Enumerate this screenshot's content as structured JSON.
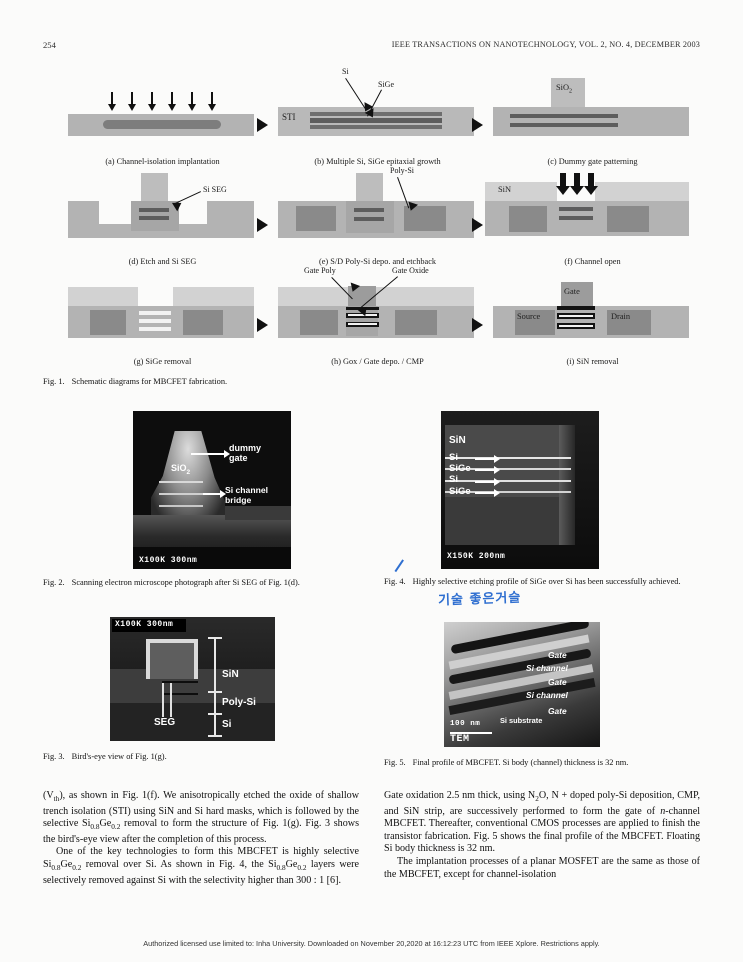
{
  "page": {
    "number": "254",
    "journal_header": "IEEE TRANSACTIONS ON NANOTECHNOLOGY, VOL. 2, NO. 4, DECEMBER 2003",
    "footer": "Authorized licensed use limited to: Inha University. Downloaded on November 20,2020 at 16:12:23 UTC from IEEE Xplore.  Restrictions apply."
  },
  "figure1": {
    "caption_tag": "Fig. 1.",
    "caption_text": "Schematic diagrams for MBCFET fabrication.",
    "panels": [
      {
        "id": "a",
        "caption": "(a) Channel-isolation implantation",
        "labels": []
      },
      {
        "id": "b",
        "caption": "(b) Multiple Si, SiGe epitaxial growth",
        "labels": [
          "Si",
          "SiGe",
          "STI"
        ]
      },
      {
        "id": "c",
        "caption": "(c) Dummy gate patterning",
        "labels": [
          "SiO2"
        ]
      },
      {
        "id": "d",
        "caption": "(d) Etch and Si SEG",
        "labels": [
          "Si SEG"
        ]
      },
      {
        "id": "e",
        "caption": "(e) S/D Poly-Si depo. and etchback",
        "labels": [
          "Poly-Si"
        ]
      },
      {
        "id": "f",
        "caption": "(f) Channel open",
        "labels": [
          "SiN"
        ]
      },
      {
        "id": "g",
        "caption": "(g) SiGe removal",
        "labels": []
      },
      {
        "id": "h",
        "caption": "(h) Gox / Gate depo. / CMP",
        "labels": [
          "Gate Poly",
          "Gate Oxide"
        ]
      },
      {
        "id": "i",
        "caption": "(i) SiN removal",
        "labels": [
          "Gate",
          "Source",
          "Drain"
        ]
      }
    ]
  },
  "figure2": {
    "caption_tag": "Fig. 2.",
    "caption_text": "Scanning electron microscope photograph after Si SEG of Fig. 1(d).",
    "labels": {
      "oxide": "SiO",
      "oxide_sub": "2",
      "dummy_gate": "dummy\ngate",
      "channel": "Si channel\nbridge"
    },
    "dummy_gate_line1": "dummy",
    "dummy_gate_line2": "gate",
    "channel_line1": "Si channel",
    "channel_line2": "bridge",
    "scale": "X100K  300nm"
  },
  "figure3": {
    "caption_tag": "Fig. 3.",
    "caption_text": "Bird's-eye view of Fig. 1(g).",
    "scale": "X100K  300nm",
    "labels": {
      "seg": "SEG",
      "sin": "SiN",
      "poly": "Poly-Si",
      "si": "Si"
    }
  },
  "figure4": {
    "caption_tag": "Fig. 4.",
    "caption_text": "Highly selective etching profile of SiGe over Si has been successfully achieved.",
    "layer_labels": [
      "SiN",
      "Si",
      "SiGe",
      "Si",
      "SiGe"
    ],
    "scale": "X150K  200nm",
    "handwritten_note": "기술 좋은거슬"
  },
  "figure5": {
    "caption_tag": "Fig. 5.",
    "caption_text": "Final profile of MBCFET. Si body (channel) thickness is 32 nm.",
    "labels": [
      "Gate",
      "Si channel",
      "Gate",
      "Si channel",
      "Gate"
    ],
    "substrate_label": "Si substrate",
    "scale": "100 nm",
    "method": "TEM"
  },
  "body": {
    "left_column": [
      "(Vth), as shown in Fig. 1(f). We anisotropically etched the oxide of shallow trench isolation (STI) using SiN and Si hard masks, which is followed by the selective Si0.8Ge0.2 removal to form the structure of Fig. 1(g). Fig. 3 shows the bird's-eye view after the completion of this process.",
      "One of the key technologies to form this MBCFET is highly selective Si0.8Ge0.2 removal over Si. As shown in Fig. 4, the Si0.8Ge0.2 layers were selectively removed against Si with the selectivity higher than 300 : 1 [6]."
    ],
    "right_column": [
      "Gate oxidation 2.5 nm thick, using N2O, N + doped poly-Si deposition, CMP, and SiN strip, are successively performed to form the gate of n-channel MBCFET. Thereafter, conventional CMOS processes are applied to finish the transistor fabrication. Fig. 5 shows the final profile of the MBCFET. Floating Si body thickness is 32 nm.",
      "The implantation processes of a planar MOSFET are the same as those of the MBCFET, except for channel-isolation"
    ]
  }
}
